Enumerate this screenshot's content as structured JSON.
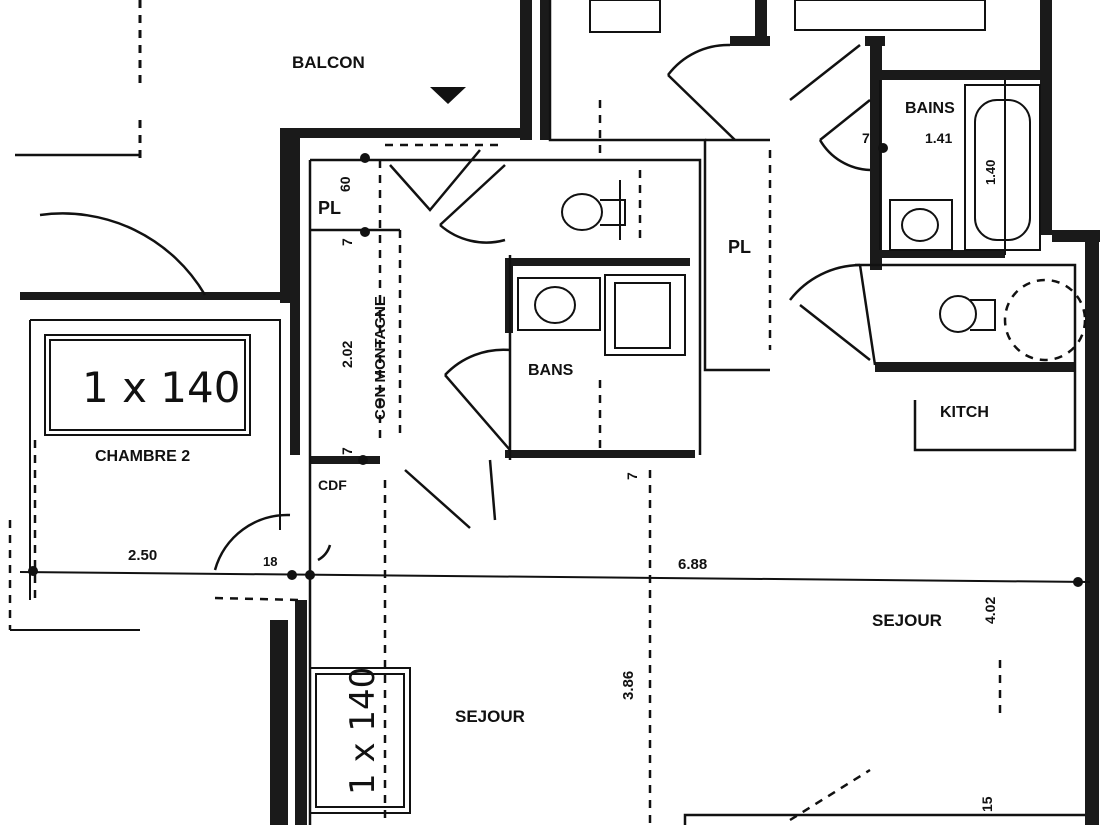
{
  "rooms": {
    "balcon": "BALCON",
    "bains_top": "BAINS",
    "bains_center": "BANS",
    "chambre": "CHAMBRE 2",
    "sejour_left": "SEJOUR",
    "sejour_right": "SEJOUR",
    "kitch": "KITCH",
    "pl_left": "PL",
    "pl_center": "PL",
    "cdf": "CDF",
    "con_montagne": "CON MONTAGNE"
  },
  "dimensions": {
    "d_60": "60",
    "d_7a": "7",
    "d_7b": "7",
    "d_7c": "7",
    "d_7d": "7",
    "d_202": "2.02",
    "d_250": "2.50",
    "d_18": "18",
    "d_688": "6.88",
    "d_386": "3.86",
    "d_402": "4.02",
    "d_15": "15",
    "d_141": "1.41",
    "d_140v": "1.40"
  },
  "handwritten": {
    "bed_chambre": "1 x 140",
    "bed_sejour": "1 x 140"
  }
}
